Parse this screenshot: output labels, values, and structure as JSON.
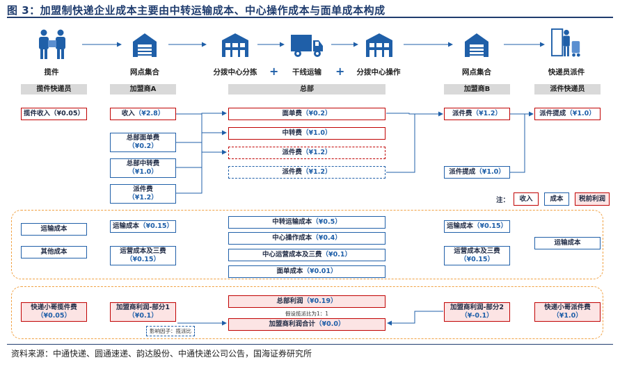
{
  "title": "图 3：加盟制快递企业成本主要由中转运输成本、中心操作成本与面单成本构成",
  "stages": [
    {
      "icon": "people-parcel-icon",
      "label": "揽件",
      "header": "揽件快递员"
    },
    {
      "icon": "warehouse-icon",
      "label": "网点集合",
      "header": "加盟商A"
    },
    {
      "icon": "sorting-center-icon",
      "label": "分拨中心分拣"
    },
    {
      "icon": "truck-icon",
      "label": "干线运输",
      "header": "总部"
    },
    {
      "icon": "sorting-center-icon",
      "label": "分拨中心操作"
    },
    {
      "icon": "warehouse-icon",
      "label": "网点集合",
      "header": "加盟商B"
    },
    {
      "icon": "courier-icon",
      "label": "快递员派件",
      "header": "派件快递员"
    }
  ],
  "flows": {
    "pickup_income": {
      "label": "揽件收入",
      "value": "（¥0.05）"
    },
    "a_income": {
      "label": "收入",
      "value": "（¥2.8）"
    },
    "a_waybill_fee": {
      "label": "总部面单费",
      "value": "（¥0.2）"
    },
    "a_transfer_fee": {
      "label": "总部中转费",
      "value": "（¥1.0）"
    },
    "a_delivery_fee": {
      "label": "派件费",
      "value": "（¥1.2）"
    },
    "hq_waybill_fee": {
      "label": "面单费",
      "value": "（¥0.2）"
    },
    "hq_transfer_fee": {
      "label": "中转费",
      "value": "（¥1.0）"
    },
    "hq_delivery_fee_in": {
      "label": "派件费",
      "value": "（¥1.2）"
    },
    "hq_delivery_fee_out": {
      "label": "派件费",
      "value": "（¥1.2）"
    },
    "b_delivery_fee": {
      "label": "派件费",
      "value": "（¥1.2）"
    },
    "b_commission": {
      "label": "派件提成",
      "value": "（¥1.0）"
    },
    "courier_commission": {
      "label": "派件提成",
      "value": "（¥1.0）"
    }
  },
  "legend": {
    "prefix": "注：",
    "items": [
      "收入",
      "成本",
      "税前利润"
    ]
  },
  "costs": {
    "pickup": [
      "运输成本",
      "其他成本"
    ],
    "a": [
      {
        "label": "运输成本",
        "value": "（¥0.15）"
      },
      {
        "label": "运营成本及三费",
        "value": "（¥0.15）"
      }
    ],
    "hq": [
      {
        "label": "中转运输成本",
        "value": "（¥0.5）"
      },
      {
        "label": "中心操作成本",
        "value": "（¥0.4）"
      },
      {
        "label": "中心运营成本及三费",
        "value": "（¥0.1）"
      },
      {
        "label": "面单成本",
        "value": "（¥0.01）"
      }
    ],
    "b": [
      {
        "label": "运输成本",
        "value": "（¥0.15）"
      },
      {
        "label": "运营成本及三费",
        "value": "（¥0.15）"
      }
    ],
    "courier": "运输成本"
  },
  "profits": {
    "pickup_courier": {
      "label": "快递小哥揽件费",
      "value": "（¥0.05）"
    },
    "a": {
      "label": "加盟商利润-部分1",
      "value": "（¥0.1）"
    },
    "hq": {
      "label": "总部利润",
      "value": "（¥0.19）"
    },
    "assumption": "假设揽派比为1：1",
    "total": {
      "label": "加盟商利润合计",
      "value": "（¥0.0）"
    },
    "factor": "影响因子：揽派比",
    "b": {
      "label": "加盟商利润-部分2",
      "value": "（¥-0.1）"
    },
    "delivery_courier": {
      "label": "快递小哥派件费",
      "value": "（¥1.0）"
    }
  },
  "source": "资料来源：中通快递、圆通速递、韵达股份、中通快递公司公告，国海证券研究所",
  "colors": {
    "navy": "#1f3c6e",
    "blue": "#1f5fa8",
    "red": "#c00000",
    "pink": "#fce4e4",
    "orange": "#f0a040",
    "gray": "#d9d9d9"
  }
}
